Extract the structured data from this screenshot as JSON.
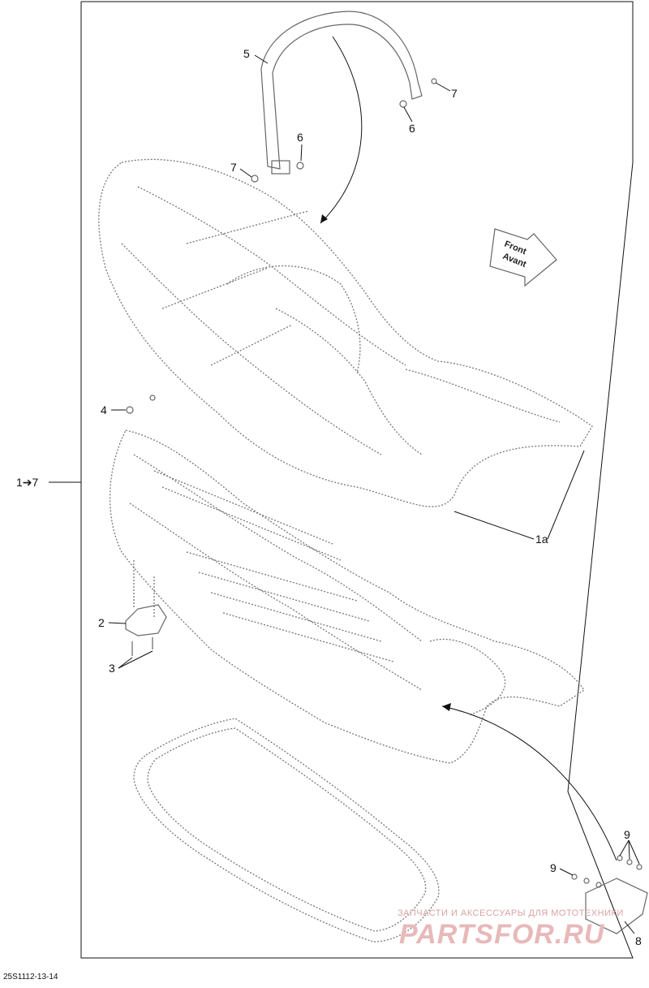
{
  "callouts": {
    "c5": "5",
    "c7a": "7",
    "c6a": "6",
    "c6b": "6",
    "c7b": "7",
    "c4": "4",
    "c1to7": "1➔7",
    "c1a": "1a",
    "c2": "2",
    "c3": "3",
    "c9a": "9",
    "c9b": "9",
    "c8": "8"
  },
  "front_arrow": {
    "line1": "Front",
    "line2": "Avant"
  },
  "watermark": {
    "caption": "ЗАПЧАСТИ И АКСЕССУАРЫ ДЛЯ МОТОТЕХНИКИ",
    "brand": "PARTSFOR.RU"
  },
  "document_id": "25S1112-13-14",
  "colors": {
    "line": "#111111",
    "part": "#777777",
    "watermark": "#e8b9b9"
  }
}
